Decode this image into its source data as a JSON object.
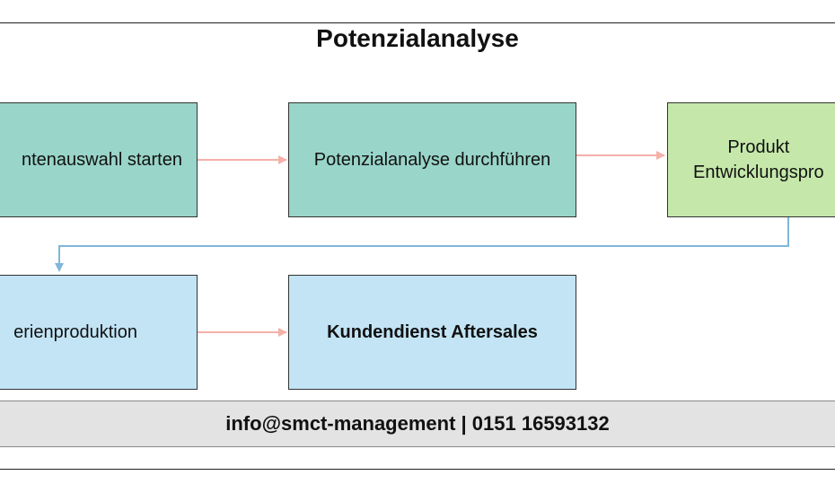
{
  "title": "Potenzialanalyse",
  "colors": {
    "teal_box": "#99d5c9",
    "green_box": "#c5e8aa",
    "blue_box": "#c2e4f5",
    "footer_bg": "#e3e3e3",
    "arrow_pink": "#f5b0a8",
    "arrow_blue": "#7fb6dc"
  },
  "nodes": {
    "kundenauswahl": "ntenauswahl starten",
    "potenzialanalyse": "Potenzialanalyse durchführen",
    "produktentwicklung": "Produkt\nEntwicklungspro",
    "serienproduktion": "erienproduktion",
    "kundendienst": "Kundendienst Aftersales"
  },
  "footer": "info@smct-management | 0151 16593132"
}
